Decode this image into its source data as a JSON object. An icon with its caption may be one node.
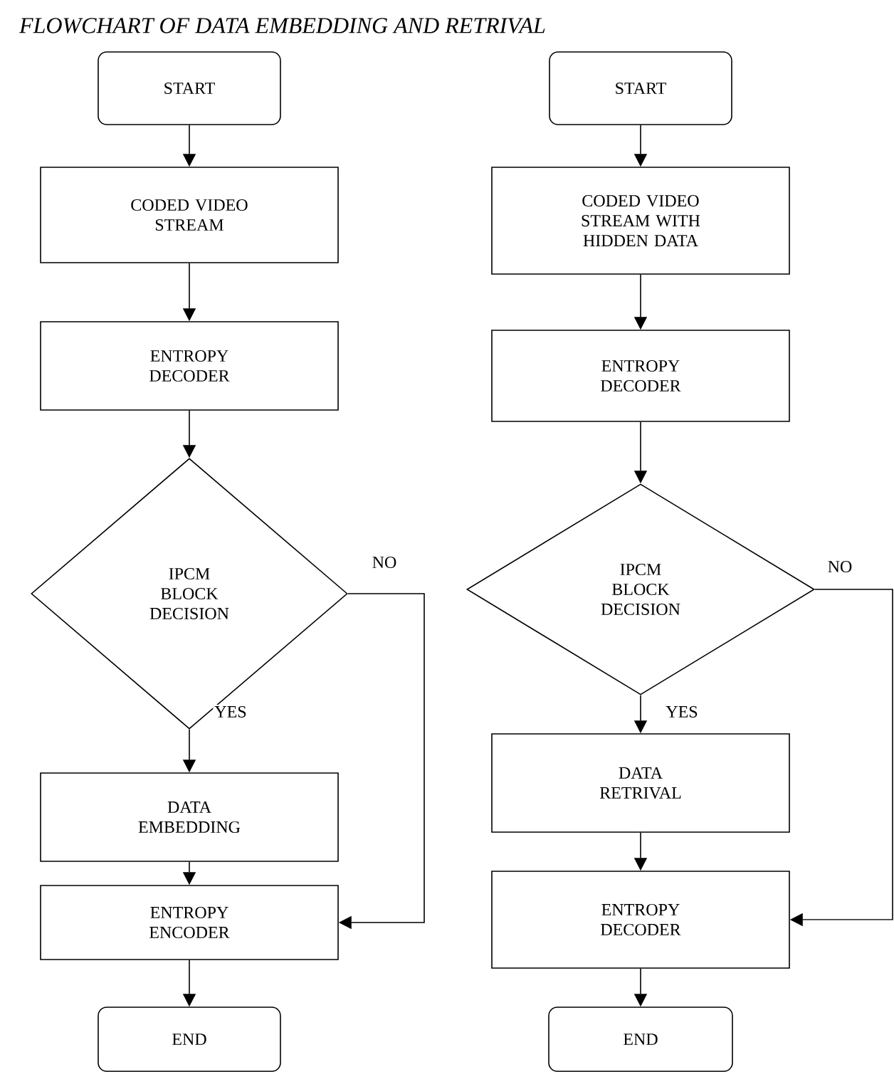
{
  "diagram": {
    "title": "FLOWCHART OF DATA EMBEDDING AND RETRIVAL",
    "nodes": [
      {
        "text": [
          "START"
        ]
      },
      {
        "text": [
          "CODED VIDEO STREAM"
        ]
      },
      {
        "text": [
          "ENTROPY DECODER"
        ]
      },
      {
        "text": [
          "IPCM BLOCK DECISION"
        ]
      },
      {
        "text": [
          "DATA EMBEDDING"
        ]
      },
      {
        "text": [
          "ENTROPY ENCODER"
        ]
      },
      {
        "text": [
          "END"
        ]
      },
      {
        "text": [
          "START"
        ]
      },
      {
        "text": [
          "CODED VIDEO STREAM WITH HIDDEN DATA"
        ]
      },
      {
        "text": [
          "ENTROPY DECODER"
        ]
      },
      {
        "text": [
          "IPCM BLOCK DECISION"
        ]
      },
      {
        "text": [
          "DATA RETRIVAL"
        ]
      },
      {
        "text": [
          "ENTROPY DECODER"
        ]
      },
      {
        "text": [
          "END"
        ]
      }
    ],
    "edges": [
      {
        "from": 0,
        "to": 1,
        "arrow": "to"
      },
      {
        "from": 1,
        "to": 2,
        "arrow": "to"
      },
      {
        "from": 2,
        "to": 3,
        "arrow": "to"
      },
      {
        "from": 3,
        "to": 4,
        "arrow": "to",
        "label": "YES"
      },
      {
        "from": 4,
        "to": 5,
        "arrow": "to"
      },
      {
        "from": 3,
        "to": 5,
        "arrow": "to",
        "label": "NO"
      },
      {
        "from": 5,
        "to": 6,
        "arrow": "to"
      },
      {
        "from": 7,
        "to": 8,
        "arrow": "to"
      },
      {
        "from": 8,
        "to": 9,
        "arrow": "to"
      },
      {
        "from": 9,
        "to": 10,
        "arrow": "to"
      },
      {
        "from": 10,
        "to": 11,
        "arrow": "to",
        "label": "YES"
      },
      {
        "from": 11,
        "to": 12,
        "arrow": "to"
      },
      {
        "from": 10,
        "to": 12,
        "arrow": "to",
        "label": "NO"
      },
      {
        "from": 12,
        "to": 13,
        "arrow": "to"
      }
    ]
  }
}
